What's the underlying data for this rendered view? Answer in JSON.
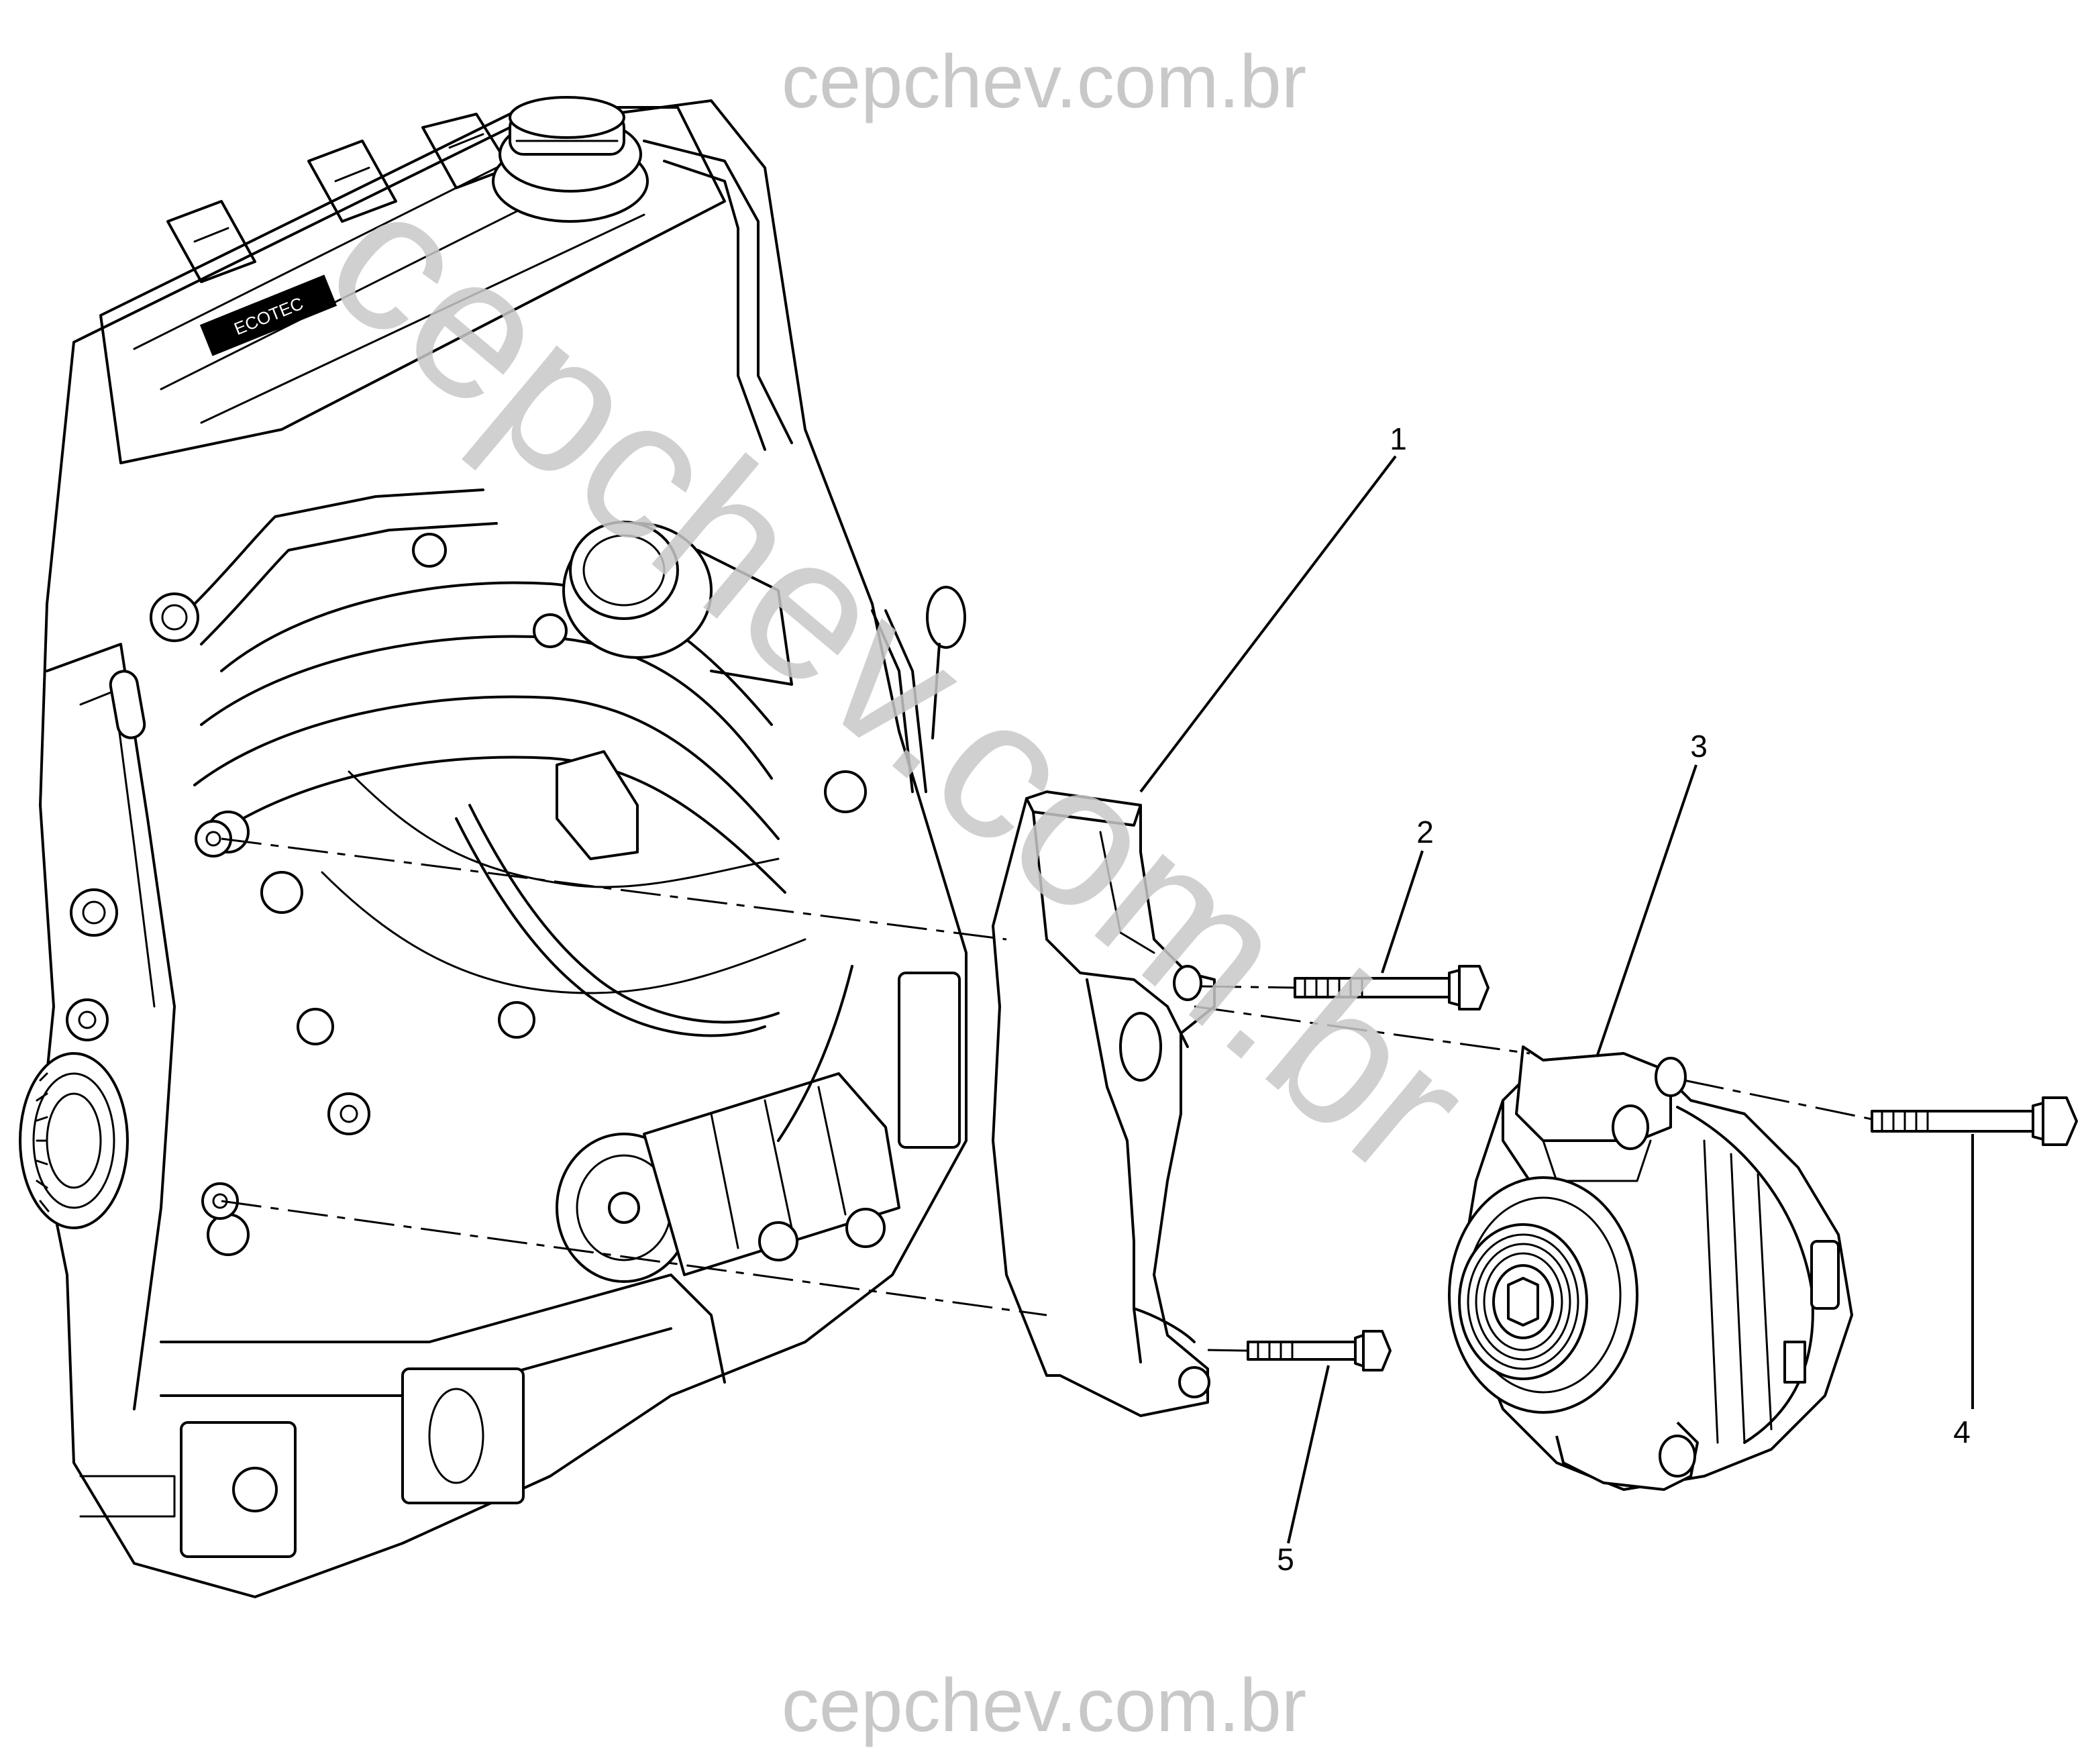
{
  "watermark": {
    "top_text": "cepchev.com.br",
    "bottom_text": "cepchev.com.br",
    "diagonal_text": "cepchev.com.br"
  },
  "callouts": [
    {
      "id": "1",
      "label": "1"
    },
    {
      "id": "2",
      "label": "2"
    },
    {
      "id": "3",
      "label": "3"
    },
    {
      "id": "4",
      "label": "4"
    },
    {
      "id": "5",
      "label": "5"
    }
  ],
  "engine": {
    "badge_text": "ECOTEC"
  }
}
